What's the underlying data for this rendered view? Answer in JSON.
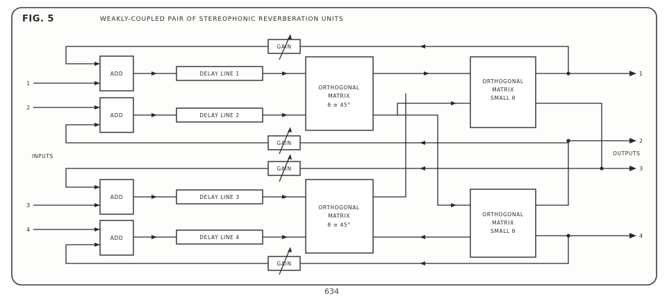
{
  "figure": {
    "label": "FIG. 5",
    "title": "WEAKLY-COUPLED PAIR OF STEREOPHONIC REVERBERATION UNITS",
    "page_number": "634"
  },
  "side_labels": {
    "inputs": "INPUTS",
    "outputs": "OUTPUTS"
  },
  "inputs": [
    "1",
    "2",
    "3",
    "4"
  ],
  "outputs": [
    "1",
    "2",
    "3",
    "4"
  ],
  "adders": [
    "ADD",
    "ADD",
    "ADD",
    "ADD"
  ],
  "delay_lines": [
    "DELAY LINE 1",
    "DELAY LINE 2",
    "DELAY LINE 3",
    "DELAY LINE 4"
  ],
  "gains": [
    "GAIN",
    "GAIN",
    "GAIN",
    "GAIN"
  ],
  "orthogonal_matrices": [
    {
      "lines": [
        "ORTHOGONAL",
        "MATRIX",
        "θ ≅ 45°"
      ]
    },
    {
      "lines": [
        "ORTHOGONAL",
        "MATRIX",
        "θ ≅ 45°"
      ]
    }
  ],
  "small_matrices": [
    {
      "lines": [
        "ORTHOGONAL",
        "MATRIX",
        "SMALL θ"
      ]
    },
    {
      "lines": [
        "ORTHOGONAL",
        "MATRIX",
        "SMALL θ"
      ]
    }
  ]
}
